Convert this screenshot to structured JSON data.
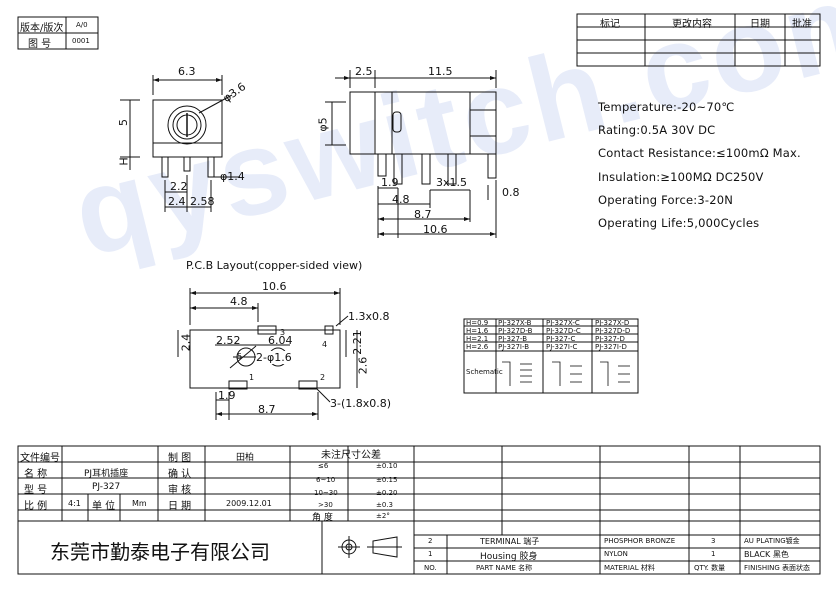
{
  "version_box": {
    "label": "版本/版次",
    "value": "A/0",
    "figure_label": "图 号",
    "figure_value": "0001"
  },
  "revision_table": {
    "headers": [
      "标记",
      "更改内容",
      "日期",
      "批准"
    ]
  },
  "front_view": {
    "dim_width": "6.3",
    "dim_diameter": "φ3.6",
    "dim_height": "5",
    "dim_h": "H",
    "dim_pin": "φ1.4",
    "dim_2_2": "2.2",
    "dim_2_4": "2.4",
    "dim_2_58": "2.58"
  },
  "side_view": {
    "dim_2_5": "2.5",
    "dim_11_5": "11.5",
    "dim_phi5": "φ5",
    "dim_1_9": "1.9",
    "dim_3x1_5": "3x1.5",
    "dim_0_8": "0.8",
    "dim_4_8": "4.8",
    "dim_8_7": "8.7",
    "dim_10_6": "10.6"
  },
  "specs": [
    "Temperature:-20~70℃",
    "Rating:0.5A  30V  DC",
    "Contact Resistance:≤100mΩ  Max.",
    "Insulation:≥100MΩ  DC250V",
    "Operating Force:3-20N",
    "Operating Life:5,000Cycles"
  ],
  "pcb": {
    "title": "P.C.B Layout(copper-sided view)",
    "dim_10_6": "10.6",
    "dim_4_8": "4.8",
    "dim_1_3x0_8": "1.3x0.8",
    "dim_2_52": "2.52",
    "dim_6_04": "6.04",
    "dim_2_4": "2.4",
    "dim_2_21": "2.21",
    "dim_2_6": "2.6",
    "dim_phi1_6": "2-φ1.6",
    "dim_1_9": "1.9",
    "dim_8_7": "8.7",
    "dim_holes": "3-(1.8x0.8)",
    "pin_labels": [
      "3",
      "4",
      "5",
      "1",
      "2"
    ]
  },
  "model_table": {
    "rows": [
      {
        "h": "H=0.9",
        "models": [
          "PJ-327X-B",
          "PJ-327X-C",
          "PJ-327X-D"
        ]
      },
      {
        "h": "H=1.6",
        "models": [
          "PJ-327D-B",
          "PJ-327D-C",
          "PJ-327D-D"
        ]
      },
      {
        "h": "H=2.1",
        "models": [
          "PJ-327-B",
          "PJ-327-C",
          "PJ-327-D"
        ]
      },
      {
        "h": "H=2.6",
        "models": [
          "PJ-327I-B",
          "PJ-327I-C",
          "PJ-327I-D"
        ]
      }
    ],
    "schematic_label": "Schematic"
  },
  "title_block": {
    "file_no": "文件编号",
    "name_label": "名  称",
    "name_value": "PJ耳机插座",
    "model_label": "型  号",
    "model_value": "PJ-327",
    "scale_label": "比  例",
    "scale_value": "4:1",
    "unit_label": "单  位",
    "unit_value": "Mm",
    "draw_label": "制  图",
    "draw_value": "田柏",
    "check_label": "确  认",
    "review_label": "审  核",
    "date_label": "日  期",
    "date_value": "2009.12.01",
    "tolerance_title": "未注尺寸公差",
    "tolerances": [
      [
        "≤6",
        "±0.10"
      ],
      [
        "6~10",
        "±0.15"
      ],
      [
        "10~30",
        "±0.20"
      ],
      [
        ">30",
        "±0.3"
      ],
      [
        "角  度",
        "±2°"
      ]
    ],
    "company": "东莞市勤泰电子有限公司"
  },
  "bom": {
    "headers": [
      "NO.",
      "PART  NAME 名称",
      "MATERIAL 材料",
      "QTY. 数量",
      "FINISHING 表面状态"
    ],
    "rows": [
      [
        "2",
        "TERMINAL 端子",
        "PHOSPHOR BRONZE",
        "3",
        "AU PLATING镀金"
      ],
      [
        "1",
        "Housing  胶身",
        "NYLON",
        "1",
        "BLACK 黑色"
      ]
    ]
  },
  "watermark": "qyswitch.com"
}
